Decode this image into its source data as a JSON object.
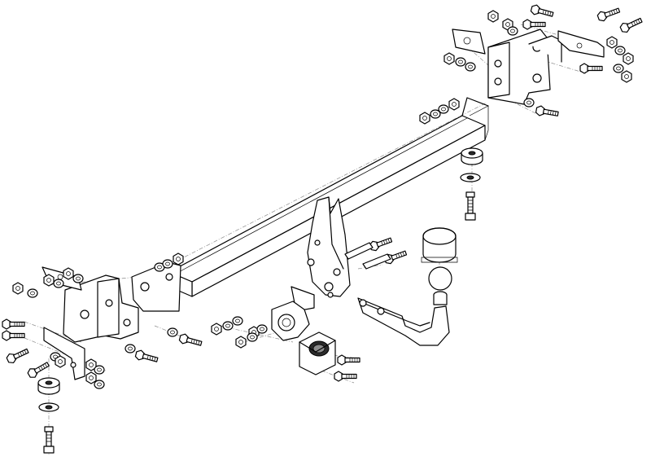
{
  "diagram": {
    "kind": "exploded-assembly",
    "subject": "tow-bar",
    "line_color": "#000000",
    "accent_color": "#a01010",
    "background": "#ffffff",
    "icons": [
      "crossbar",
      "side-bracket",
      "ball-neck",
      "tow-ball",
      "ball-cover",
      "socket-plate",
      "electrical-socket",
      "bolt",
      "nut",
      "washer",
      "spacer"
    ]
  }
}
